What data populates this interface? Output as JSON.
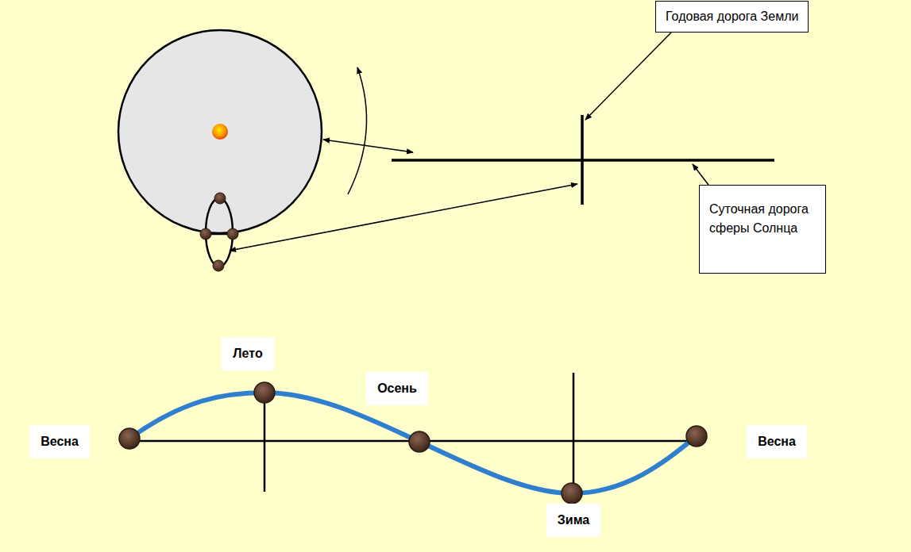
{
  "diagram": {
    "nodes": [
      {
        "text": [
          "Годовая дорога Земли"
        ]
      },
      {
        "text": [
          "Суточная дорога сферы Солнца"
        ]
      }
    ],
    "labels": [
      "Лето",
      "Осень",
      "Весна",
      "Весна",
      "Зима"
    ]
  }
}
